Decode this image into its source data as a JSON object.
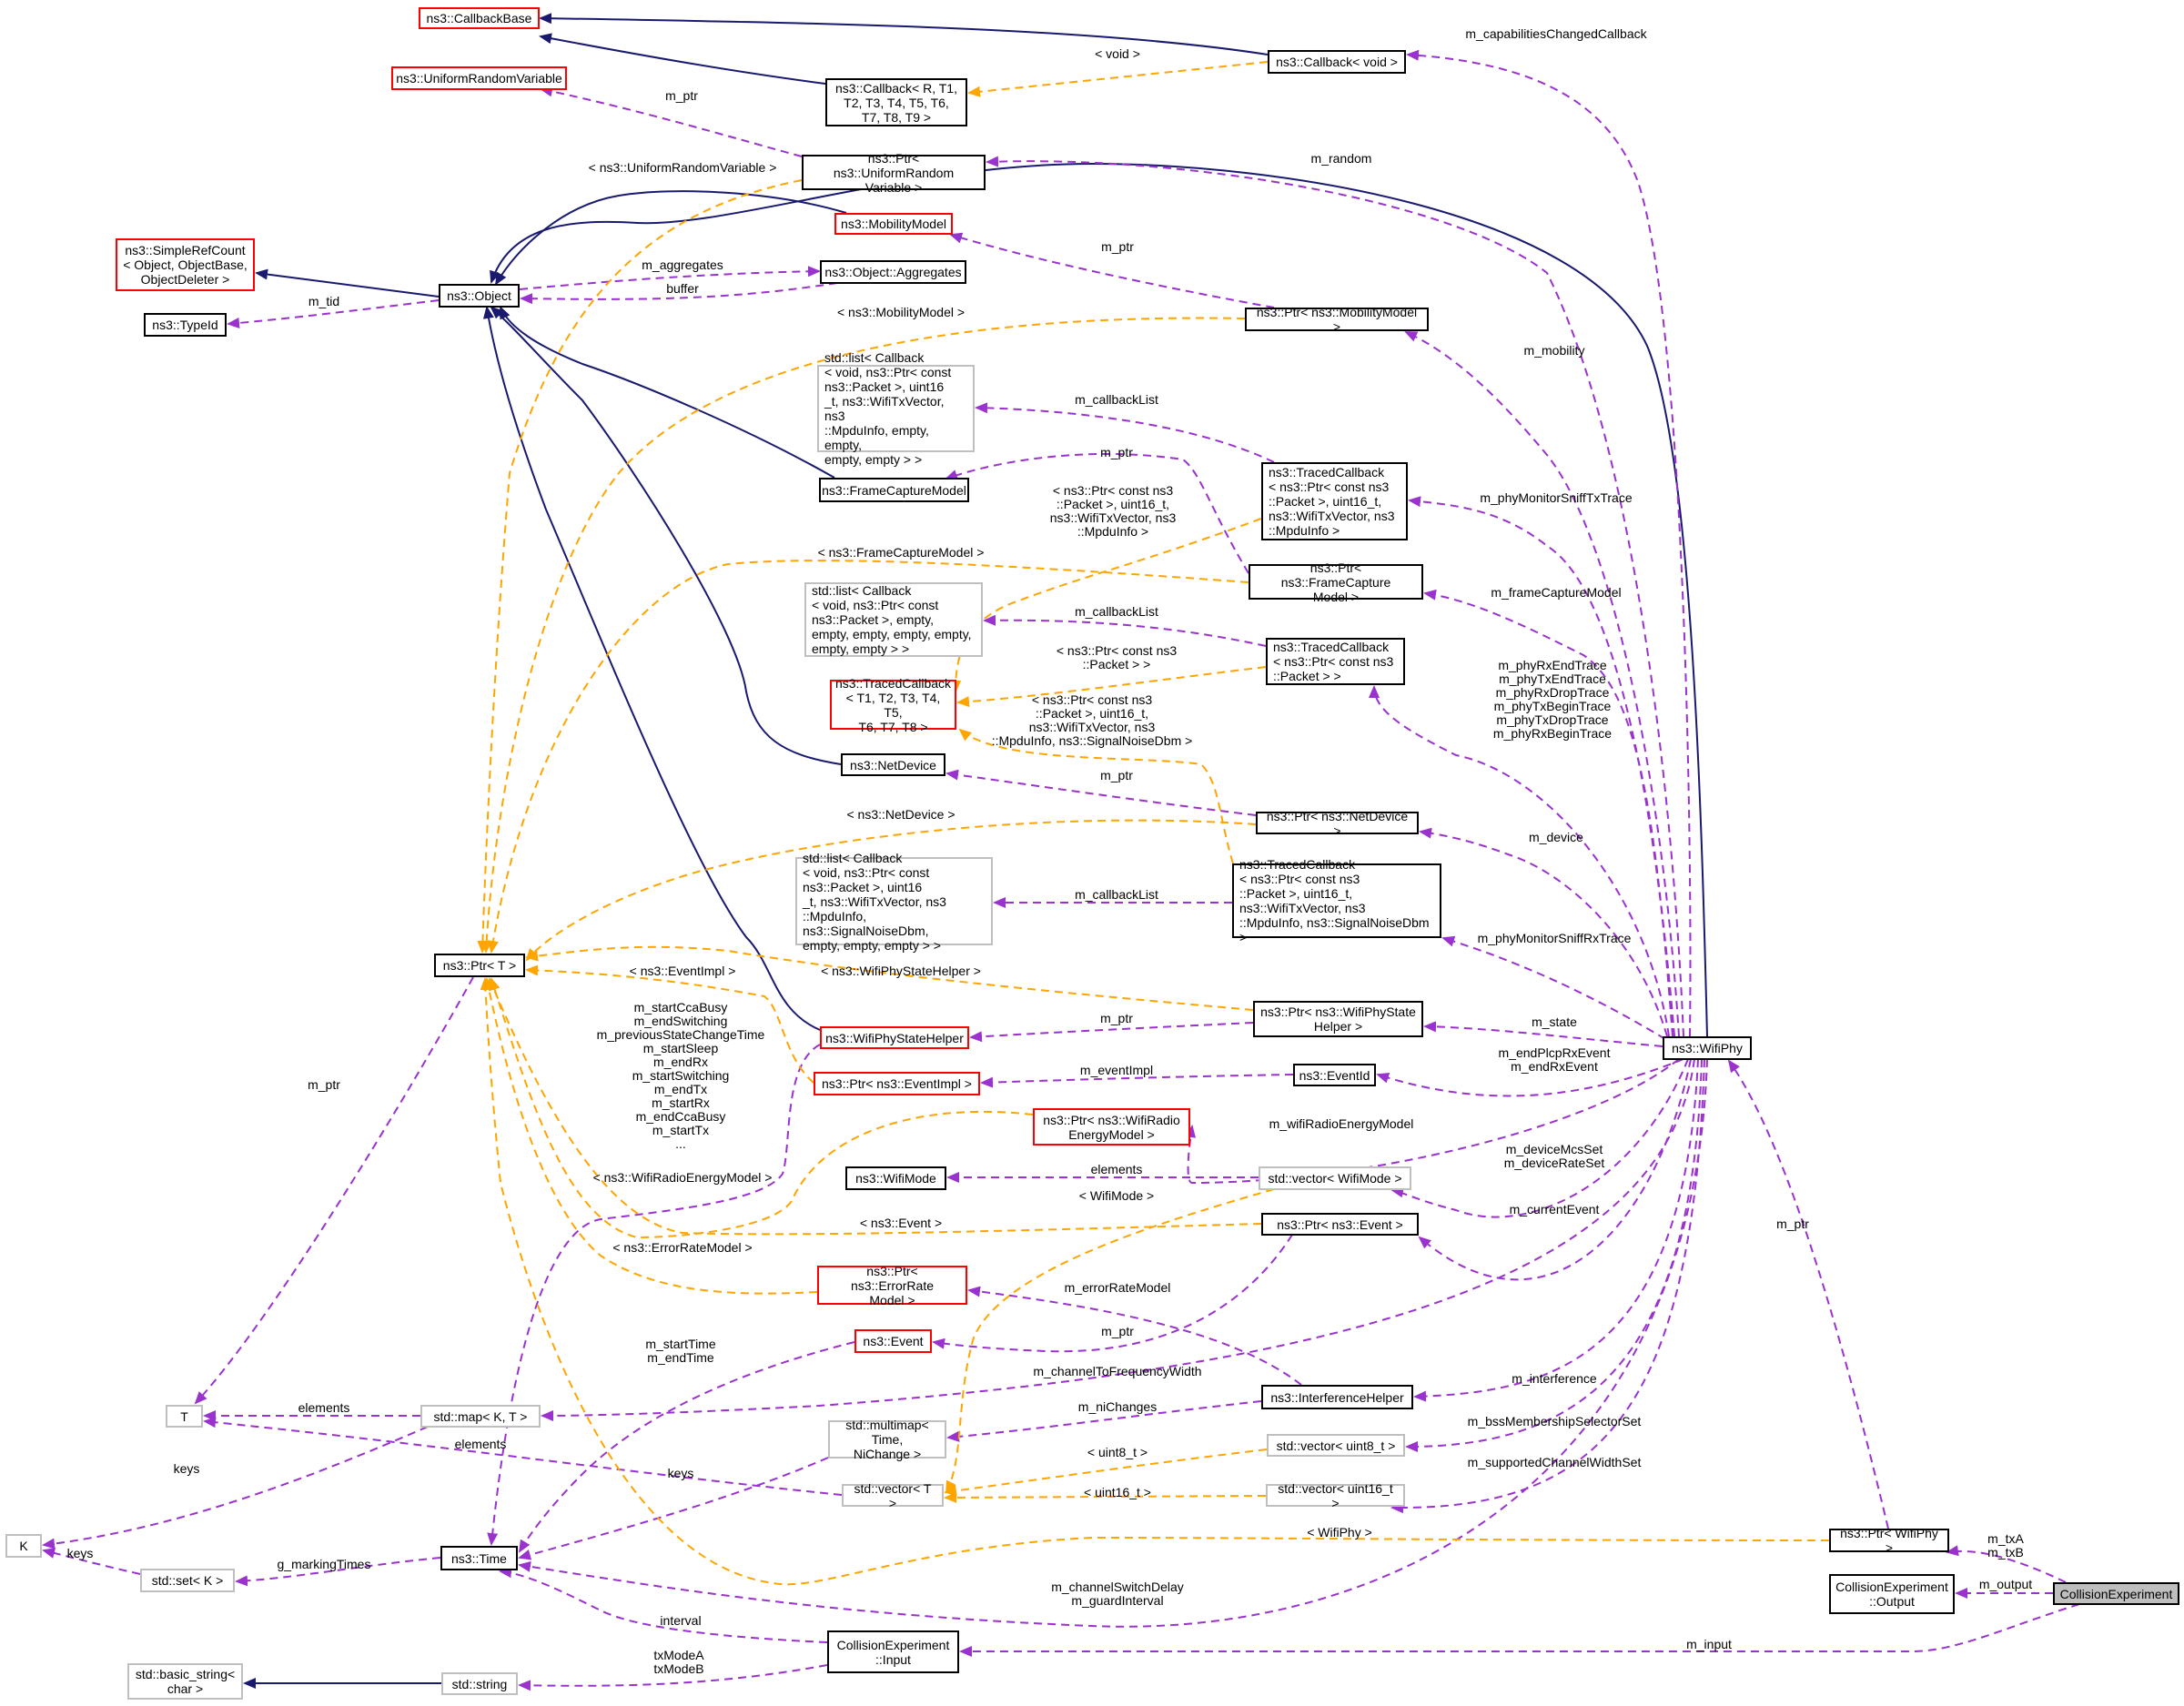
{
  "diagram": {
    "title": "CollisionExperiment collaboration graph",
    "colors": {
      "inheritance": "#191970",
      "usage": "#9a32cd",
      "template": "#ffa500",
      "undocumented_border": "#ff0000",
      "external_border": "#bfbfbf",
      "focus_fill": "#bfbfbf"
    },
    "nodes": {
      "callbackBase": "ns3::CallbackBase",
      "callbackGeneric": "ns3::Callback< R, T1,\nT2, T3, T4, T5, T6,\nT7, T8, T9 >",
      "callbackVoid": "ns3::Callback< void >",
      "uniformRandomVariable": "ns3::UniformRandomVariable",
      "ptrUniformRandomVariable": "ns3::Ptr< ns3::UniformRandom\nVariable >",
      "mobilityModel": "ns3::MobilityModel",
      "objectAggregates": "ns3::Object::Aggregates",
      "simpleRefCount": "ns3::SimpleRefCount\n< Object, ObjectBase,\nObjectDeleter >",
      "object": "ns3::Object",
      "typeId": "ns3::TypeId",
      "ptrMobilityModel": "ns3::Ptr< ns3::MobilityModel >",
      "stdListTx": "std::list< Callback\n< void, ns3::Ptr< const\nns3::Packet >, uint16\n_t, ns3::WifiTxVector, ns3\n::MpduInfo, empty, empty,\nempty, empty > >",
      "frameCaptureModel": "ns3::FrameCaptureModel",
      "tracedCallbackTx": "ns3::TracedCallback\n< ns3::Ptr< const ns3\n::Packet >, uint16_t,\nns3::WifiTxVector, ns3\n::MpduInfo >",
      "ptrFrameCaptureModel": "ns3::Ptr< ns3::FrameCapture\nModel >",
      "stdListPacket": "std::list< Callback\n< void, ns3::Ptr< const\nns3::Packet >, empty,\nempty, empty, empty, empty,\nempty, empty > >",
      "tracedCallbackPacket": "ns3::TracedCallback\n< ns3::Ptr< const ns3\n::Packet > >",
      "tracedCallbackGeneric": "ns3::TracedCallback\n< T1, T2, T3, T4, T5,\nT6, T7, T8 >",
      "netDevice": "ns3::NetDevice",
      "ptrNetDevice": "ns3::Ptr< ns3::NetDevice >",
      "stdListRx": "std::list< Callback\n< void, ns3::Ptr< const\nns3::Packet >, uint16\n_t, ns3::WifiTxVector, ns3\n::MpduInfo, ns3::SignalNoiseDbm,\nempty, empty, empty > >",
      "tracedCallbackRx": "ns3::TracedCallback\n< ns3::Ptr< const ns3\n::Packet >, uint16_t,\nns3::WifiTxVector, ns3\n::MpduInfo, ns3::SignalNoiseDbm >",
      "ptrT": "ns3::Ptr< T >",
      "ptrWifiPhyStateHelper": "ns3::Ptr< ns3::WifiPhyState\nHelper >",
      "wifiPhyStateHelper": "ns3::WifiPhyStateHelper",
      "wifiPhy": "ns3::WifiPhy",
      "ptrEventImpl": "ns3::Ptr< ns3::EventImpl >",
      "eventId": "ns3::EventId",
      "ptrWifiRadioEnergyModel": "ns3::Ptr< ns3::WifiRadio\nEnergyModel >",
      "wifiMode": "ns3::WifiMode",
      "vectorWifiMode": "std::vector< WifiMode >",
      "ptrEvent": "ns3::Ptr< ns3::Event >",
      "ptrErrorRateModel": "ns3::Ptr< ns3::ErrorRate\nModel >",
      "event": "ns3::Event",
      "T": "T",
      "mapKT": "std::map< K, T >",
      "interferenceHelper": "ns3::InterferenceHelper",
      "multimap": "std::multimap< Time,\nNiChange >",
      "vectorUint8": "std::vector< uint8_t >",
      "vectorT": "std::vector< T >",
      "vectorUint16": "std::vector< uint16_t >",
      "K": "K",
      "setK": "std::set< K >",
      "time": "ns3::Time",
      "ptrWifiPhy": "ns3::Ptr< WifiPhy >",
      "ceOutput": "CollisionExperiment\n::Output",
      "collisionExperiment": "CollisionExperiment",
      "ceInput": "CollisionExperiment\n::Input",
      "basicString": "std::basic_string<\nchar >",
      "stdString": "std::string"
    },
    "edge_labels": {
      "void": "< void >",
      "capabilitiesChanged": "m_capabilitiesChangedCallback",
      "urvPtr": "m_ptr",
      "urvTpl": "< ns3::UniformRandomVariable >",
      "random": "m_random",
      "aggregates": "m_aggregates",
      "buffer": "buffer",
      "tid": "m_tid",
      "mobPtr": "m_ptr",
      "mobTpl": "< ns3::MobilityModel >",
      "mobility": "m_mobility",
      "cbListTx": "m_callbackList",
      "fcmPtr": "m_ptr",
      "tcTxTpl": "< ns3::Ptr< const ns3\n::Packet >, uint16_t,\nns3::WifiTxVector, ns3\n::MpduInfo >",
      "sniffTx": "m_phyMonitorSniffTxTrace",
      "fcmTpl": "< ns3::FrameCaptureModel >",
      "frameCapture": "m_frameCaptureModel",
      "cbListPacket": "m_callbackList",
      "tcPacketTpl": "< ns3::Ptr< const ns3\n::Packet > >",
      "phyTraces": "m_phyRxEndTrace\nm_phyTxEndTrace\nm_phyRxDropTrace\nm_phyTxBeginTrace\nm_phyTxDropTrace\nm_phyRxBeginTrace",
      "tcRxTpl": "< ns3::Ptr< const ns3\n::Packet >, uint16_t,\nns3::WifiTxVector, ns3\n::MpduInfo, ns3::SignalNoiseDbm >",
      "ndPtr": "m_ptr",
      "ndTpl": "< ns3::NetDevice >",
      "device": "m_device",
      "cbListRx": "m_callbackList",
      "sniffRx": "m_phyMonitorSniffRxTrace",
      "eventImplTpl": "< ns3::EventImpl >",
      "wpshTpl": "< ns3::WifiPhyStateHelper >",
      "timeFields": "m_startCcaBusy\nm_endSwitching\nm_previousStateChangeTime\nm_startSleep\nm_endRx\nm_startSwitching\nm_endTx\nm_startRx\nm_endCcaBusy\nm_startTx\n...",
      "wpshPtr": "m_ptr",
      "state": "m_state",
      "eventImpl": "m_eventImpl",
      "eventIdFields": "m_endPlcpRxEvent\nm_endRxEvent",
      "wremTpl": "< ns3::WifiRadioEnergyModel >",
      "wifiRadioEnergy": "m_wifiRadioEnergyModel",
      "elementsMode": "elements",
      "rateSets": "m_deviceMcsSet\nm_deviceRateSet",
      "wifiModeTpl": "< WifiMode >",
      "eventTpl": "< ns3::Event >",
      "currentEvent": "m_currentEvent",
      "ermTpl": "< ns3::ErrorRateModel >",
      "errorRate": "m_errorRateModel",
      "eventPtr": "m_ptr",
      "startEnd": "m_startTime\nm_endTime",
      "chanFreq": "m_channelToFrequencyWidth",
      "elementsMap": "elements",
      "ptrTPtr": "m_ptr",
      "interference": "m_interference",
      "niChanges": "m_niChanges",
      "elementsVec": "elements",
      "keysMap": "keys",
      "keysMulti": "keys",
      "uint8Tpl": "< uint8_t >",
      "bssSel": "m_bssMembershipSelectorSet",
      "uint16Tpl": "< uint16_t >",
      "chanWidth": "m_supportedChannelWidthSet",
      "keysSet": "keys",
      "markingTimes": "g_markingTimes",
      "wifiPhyTpl": "< WifiPhy >",
      "wifiPhyPtr": "m_ptr",
      "txAB": "m_txA\nm_txB",
      "output": "m_output",
      "switchGuard": "m_channelSwitchDelay\nm_guardInterval",
      "interval": "interval",
      "input": "m_input",
      "txModes": "txModeA\ntxModeB"
    }
  }
}
